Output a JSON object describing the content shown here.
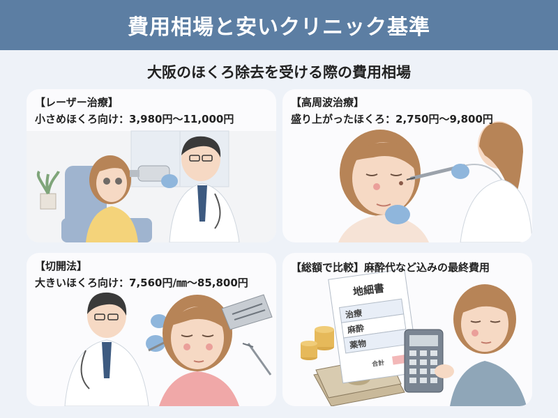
{
  "header": {
    "title": "費用相場と安いクリニック基準"
  },
  "subtitle": "大阪のほくろ除去を受ける際の費用相場",
  "cards": [
    {
      "title": "【レーザー治療】",
      "line": "小さめほくろ向け：3,980円〜11,000円"
    },
    {
      "title": "【高周波治療】",
      "line": "盛り上がったほくろ：2,750円〜9,800円"
    },
    {
      "title": "【切開法】",
      "line": "大きいほくろ向け：7,560円/㎜〜85,800円"
    },
    {
      "title": "【総額で比較】麻酔代など込みの最終費用",
      "line": ""
    }
  ],
  "invoice": {
    "heading": "地細書",
    "rows": [
      "治療",
      "麻酔",
      "薬物"
    ],
    "total_label": "合計"
  },
  "colors": {
    "header_bg": "#5c7ea3",
    "page_bg": "#eef2f8",
    "card_bg": "#fbfbfd",
    "glove": "#8fb6dc",
    "skin": "#f6d9c4",
    "hair": "#b78457"
  }
}
